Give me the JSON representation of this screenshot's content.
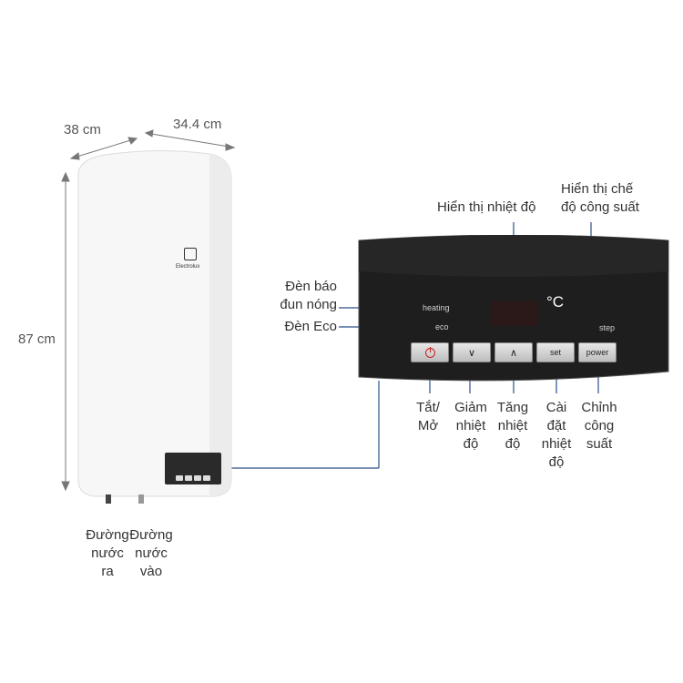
{
  "dimensions": {
    "depth": "38 cm",
    "width": "34.4 cm",
    "height": "87 cm"
  },
  "heater": {
    "brand": "Electrolux"
  },
  "pipes": {
    "outlet": "Đường\nnước\nra",
    "inlet": "Đường\nnước\nvào"
  },
  "panel": {
    "heating_text": "heating",
    "eco_text": "eco",
    "unit": "°C",
    "step_text": "step",
    "buttons": {
      "onoff": "",
      "down": "",
      "up": "",
      "set": "set",
      "power": "power"
    }
  },
  "callouts": {
    "temp_display": "Hiển thị nhiệt độ",
    "power_mode_display": "Hiển thị chế\nđộ công suất",
    "heating_light": "Đèn báo\nđun nóng",
    "eco_light": "Đèn Eco"
  },
  "button_labels": {
    "onoff": "Tắt/\nMở",
    "down": "Giảm\nnhiệt\nđộ",
    "up": "Tăng\nnhiệt\nđộ",
    "set": "Cài\nđặt\nnhiệt\nđộ",
    "power": "Chỉnh\ncông\nsuất"
  },
  "colors": {
    "accent_line": "#2a4f8a",
    "panel": "#1e1e1e",
    "heater_body": "#f7f7f7"
  }
}
